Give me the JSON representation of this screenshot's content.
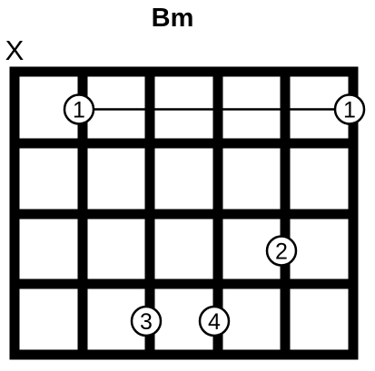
{
  "chord": {
    "name": "Bm"
  },
  "strings": [
    {
      "marker": "X"
    },
    {
      "marker": ""
    },
    {
      "marker": ""
    },
    {
      "marker": ""
    },
    {
      "marker": ""
    },
    {
      "marker": ""
    }
  ],
  "fret_count": 4,
  "barre": {
    "fret": 1,
    "from_string": 2,
    "to_string": 6
  },
  "fingerings": [
    {
      "string": 2,
      "fret": 1,
      "finger": "1"
    },
    {
      "string": 3,
      "fret": 4,
      "finger": "3"
    },
    {
      "string": 4,
      "fret": 4,
      "finger": "4"
    },
    {
      "string": 5,
      "fret": 3,
      "finger": "2"
    },
    {
      "string": 6,
      "fret": 1,
      "finger": "1"
    }
  ]
}
